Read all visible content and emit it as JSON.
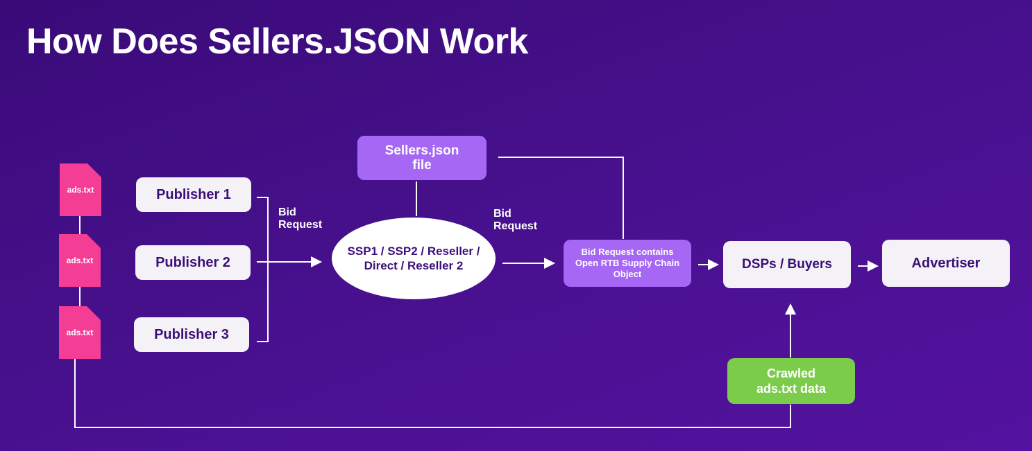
{
  "title": "How Does Sellers.JSON Work",
  "colors": {
    "background": "#45108a",
    "file": "#f43d95",
    "purple_box": "#a667f4",
    "green_box": "#7ccc4c",
    "white_box": "#f4f2f7",
    "dark_text": "#3b0f78"
  },
  "files": [
    "ads.txt",
    "ads.txt",
    "ads.txt"
  ],
  "publishers": [
    "Publisher 1",
    "Publisher 2",
    "Publisher 3"
  ],
  "labels": {
    "bid_request_1": "Bid\nRequest",
    "bid_request_2": "Bid\nRequest"
  },
  "ssp": "SSP1 / SSP2 / Reseller / Direct / Reseller 2",
  "sellers_json": "Sellers.json file",
  "bid_request_box": "Bid Request contains Open RTB Supply Chain Object",
  "dsps": "DSPs / Buyers",
  "advertiser": "Advertiser",
  "crawled": "Crawled ads.txt data"
}
